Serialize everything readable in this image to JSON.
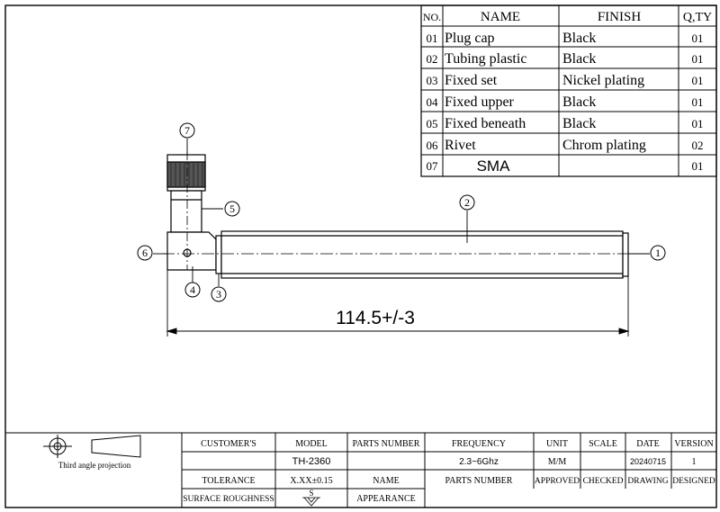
{
  "bom": {
    "headers": {
      "no": "NO.",
      "name": "NAME",
      "finish": "FINISH",
      "qty": "Q,TY"
    },
    "rows": [
      {
        "no": "01",
        "name": "Plug cap",
        "finish": "Black",
        "qty": "01"
      },
      {
        "no": "02",
        "name": "Tubing plastic",
        "finish": "Black",
        "qty": "01"
      },
      {
        "no": "03",
        "name": "Fixed set",
        "finish": "Nickel plating",
        "qty": "01"
      },
      {
        "no": "04",
        "name": "Fixed upper",
        "finish": "Black",
        "qty": "01"
      },
      {
        "no": "05",
        "name": "Fixed beneath",
        "finish": "Black",
        "qty": "01"
      },
      {
        "no": "06",
        "name": "Rivet",
        "finish": "Chrom plating",
        "qty": "02"
      },
      {
        "no": "07",
        "name": "SMA",
        "finish": "",
        "qty": "01"
      }
    ]
  },
  "callouts": {
    "c1": "1",
    "c2": "2",
    "c3": "3",
    "c4": "4",
    "c5": "5",
    "c6": "6",
    "c7": "7"
  },
  "dimension": {
    "length": "114.5+/-3"
  },
  "title_block": {
    "projection_label": "Third angle projection",
    "customers": "CUSTOMER'S",
    "model_label": "MODEL",
    "model_value": "TH-2360",
    "parts_number": "PARTS NUMBER",
    "frequency_label": "FREQUENCY",
    "frequency_value": "2.3~6Ghz",
    "unit_label": "UNIT",
    "unit_value": "M/M",
    "scale_label": "SCALE",
    "date_label": "DATE",
    "date_value": "20240715",
    "version_label": "VERSION",
    "version_value": "1",
    "tolerance_label": "TOLERANCE",
    "tolerance_value": "X.XX±0.15",
    "name_label": "NAME",
    "parts_number2": "PARTS NUMBER",
    "approved": "APPROVED",
    "checked": "CHECKED",
    "drawing": "DRAWING",
    "designed": "DESIGNED",
    "surface_label": "SURFACE ROUGHNESS",
    "surface_symbol": "S",
    "appearance": "APPEARANCE"
  }
}
